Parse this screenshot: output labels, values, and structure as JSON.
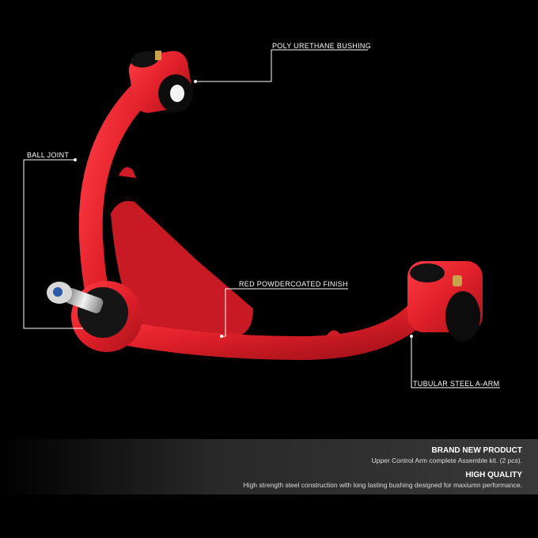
{
  "callouts": {
    "bushing": "POLY URETHANE BUSHING",
    "ball_joint": "BALL JOINT",
    "finish": "RED POWDERCOATED FINISH",
    "arm": "TUBULAR STEEL A-ARM"
  },
  "info": {
    "title1": "BRAND NEW PRODUCT",
    "text1": "Upper Control Arm complete Assemble kit. (2 pcs).",
    "title2": "HIGH QUALITY",
    "text2": "High strength steel construction with long lasting bushing designed for maxiumn performance."
  },
  "colors": {
    "arm_red": "#e0202a",
    "background": "#000000"
  }
}
